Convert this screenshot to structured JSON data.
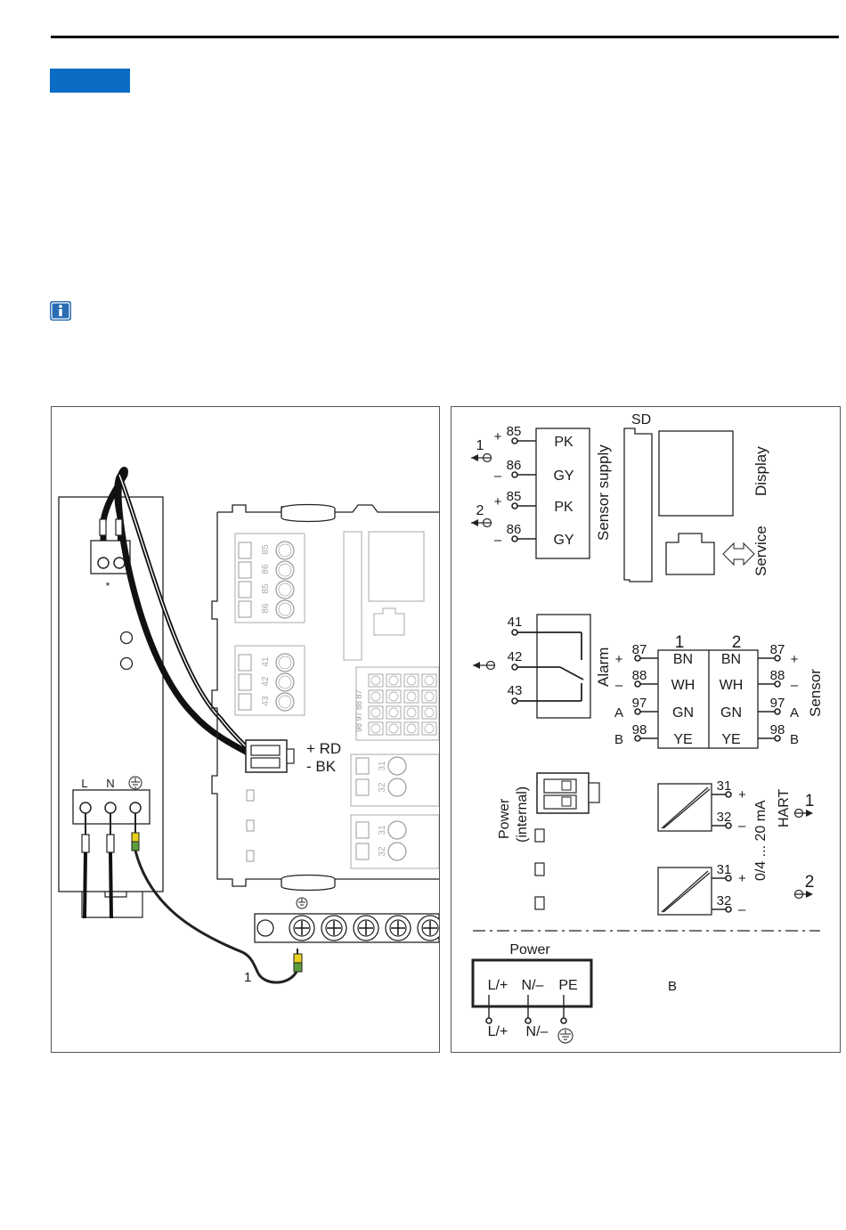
{
  "colors": {
    "notice_badge": "#0a6cc2",
    "info_icon": "#2a6db3",
    "earth_wire_green": "#5b9e3a",
    "earth_wire_yellow": "#e8d11c"
  },
  "icons": {
    "notice": "notice-badge",
    "info": "info-icon"
  },
  "figure_a": {
    "asterisk": "*",
    "terminal_labels": [
      "85",
      "86",
      "85",
      "86",
      "41",
      "42",
      "43",
      "31",
      "32",
      "31",
      "32"
    ],
    "rd": "+ RD",
    "bk": "-  BK",
    "relay_block_labels": "98 97 88 87",
    "mains_labels": [
      "L",
      "N"
    ],
    "callout": "1"
  },
  "figure_b": {
    "sensor_supply": {
      "title": "Sensor supply",
      "outputs": [
        "1",
        "2"
      ],
      "terminals": [
        {
          "sign": "+",
          "num": "85",
          "code": "PK"
        },
        {
          "sign": "–",
          "num": "86",
          "code": "GY"
        },
        {
          "sign": "+",
          "num": "85",
          "code": "PK"
        },
        {
          "sign": "–",
          "num": "86",
          "code": "GY"
        }
      ]
    },
    "sd": "SD",
    "display": "Display",
    "service": "Service",
    "alarm": {
      "label": "Alarm",
      "terminals": [
        "41",
        "42",
        "43"
      ]
    },
    "sensor": {
      "label": "Sensor",
      "channels": [
        "1",
        "2"
      ],
      "rows": [
        {
          "left": "+",
          "num": "87",
          "code": "BN",
          "right": "+"
        },
        {
          "left": "–",
          "num": "88",
          "code": "WH",
          "right": "–"
        },
        {
          "left": "A",
          "num": "97",
          "code": "GN",
          "right": "A"
        },
        {
          "left": "B",
          "num": "98",
          "code": "YE",
          "right": "B"
        }
      ]
    },
    "power_internal": "Power (internal)",
    "current_outputs": {
      "range": "0/4 ... 20 mA",
      "hart": "HART",
      "outputs": [
        "1",
        "2"
      ],
      "nums": [
        "31",
        "32"
      ],
      "plus": "+",
      "minus": "–"
    },
    "power": {
      "title": "Power",
      "inner": [
        "L/+",
        "N/–",
        "PE"
      ],
      "outer": [
        "L/+",
        "N/–"
      ]
    },
    "b_label": "B"
  }
}
